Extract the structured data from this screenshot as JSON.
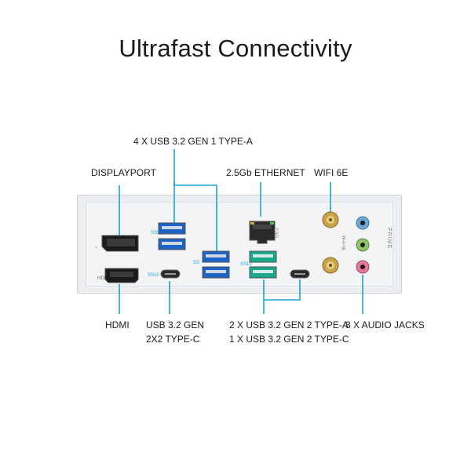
{
  "title": "Ultrafast Connectivity",
  "labels": {
    "usb32_gen1_a": "4 X USB 3.2 GEN 1 TYPE-A",
    "displayport": "DISPLAYPORT",
    "ethernet": "2.5Gb ETHERNET",
    "wifi": "WIFI 6E",
    "hdmi": "HDMI",
    "usb32_gen2x2_c_line1": "USB 3.2 GEN",
    "usb32_gen2x2_c_line2": "2X2 TYPE-C",
    "usb32_gen2_line1": "2 X USB 3.2 GEN 2 TYPE-A",
    "usb32_gen2_line2": "1 X USB 3.2 GEN 2 TYPE-C",
    "audio": "3 X AUDIO JACKS"
  },
  "panel_text": {
    "hdmi": "HDMI",
    "ss10": "SS10",
    "ss": "SS",
    "ss5": "SS5",
    "ss10_b": "SS10",
    "eth": "2.5G",
    "wifi": "Wi-Fi 6E",
    "prime": "PRIME"
  },
  "colors": {
    "callout": "#1aa3d9",
    "usb_blue": "#1e63c4",
    "usb_teal": "#1aa88c",
    "audio_blue": "#6aa6d6",
    "audio_green": "#8fc46a",
    "audio_pink": "#e27a9a",
    "antenna_gold": "#c9a24a"
  },
  "icons": [
    "displayport-icon",
    "hdmi-icon",
    "usb-c-icon",
    "usb-a-icon",
    "rj45-icon",
    "antenna-icon",
    "audio-jack-icon"
  ]
}
